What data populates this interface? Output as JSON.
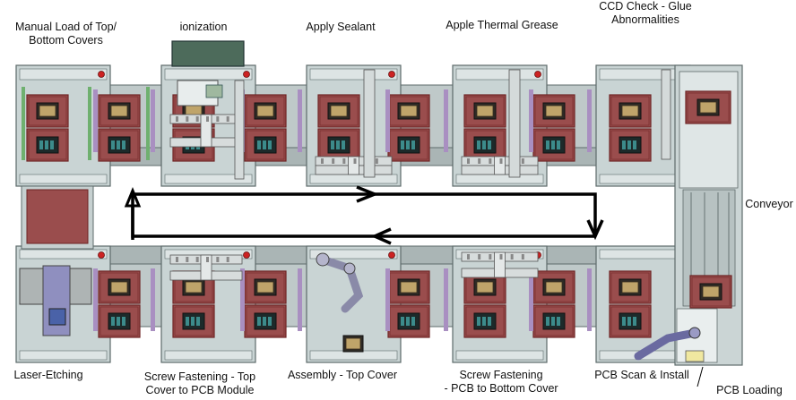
{
  "labels": {
    "manual_load": [
      "Manual Load of Top/",
      "Bottom Covers"
    ],
    "ionization": "ionization",
    "apply_sealant": "Apply Sealant",
    "apple_thermal_grease": "Apple Thermal Grease",
    "ccd_check": [
      "CCD Check - Glue",
      "Abnormalities"
    ],
    "conveyor": "Conveyor",
    "laser_etching": "Laser-Etching",
    "screw_fastening_top": [
      "Screw Fastening - Top",
      "Cover to PCB Module"
    ],
    "assembly_top_cover": "Assembly - Top Cover",
    "screw_fastening_bottom": [
      "Screw Fastening",
      "- PCB to Bottom Cover"
    ],
    "pcb_scan_install": "PCB Scan & Install",
    "pcb_loading": "PCB Loading"
  },
  "colors": {
    "frame": "#c9d4d4",
    "frame_stroke": "#5e6b6b",
    "cell_panel": "#b3bcbc",
    "fixture_red": "#9a4d4d",
    "fixture_dark": "#6e2424",
    "tray": "#2f2b26",
    "tray_gold": "#bfa46a",
    "pcb_teal": "#3c8b8b",
    "accent_purple": "#a98fc1",
    "accent_green": "#6fb06f",
    "robot_silver": "#d7dcdc",
    "arrow": "#000000",
    "ionizer_box": "#4d6b5b"
  },
  "icons": {
    "flow_arrow": "arrow-head-icon",
    "status_lamp": "red-lamp-icon"
  }
}
